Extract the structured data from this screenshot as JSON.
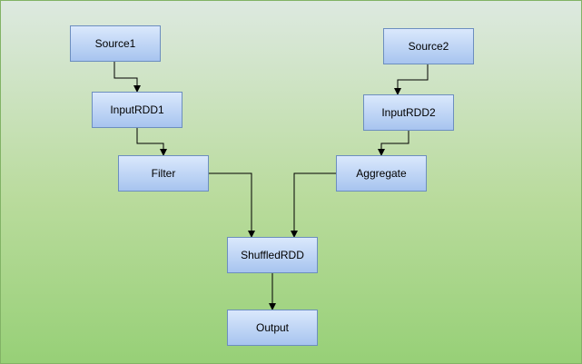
{
  "nodes": {
    "source1": "Source1",
    "source2": "Source2",
    "input_rdd1": "InputRDD1",
    "input_rdd2": "InputRDD2",
    "filter": "Filter",
    "aggregate": "Aggregate",
    "shuffled_rdd": "ShuffledRDD",
    "output": "Output"
  },
  "colors": {
    "node_border": "#6c8ebf",
    "node_fill_top": "#dae8fc",
    "node_fill_bottom": "#a7c4ef",
    "background_top": "#dde9e0",
    "background_bottom": "#97d077",
    "edge": "#000000"
  }
}
